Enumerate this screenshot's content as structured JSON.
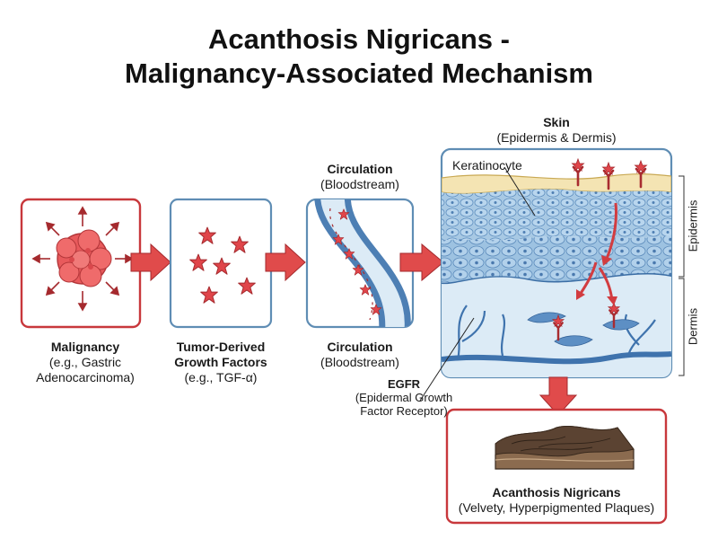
{
  "title_line1": "Acanthosis Nigricans -",
  "title_line2": "Malignancy-Associated Mechanism",
  "colors": {
    "red": "#c8383c",
    "arrow": "#e04b4b",
    "blue_border": "#5f8db4",
    "vessel": "#4d7fb4",
    "dermis_bg": "#dcebf6"
  },
  "malignancy": {
    "label": "Malignancy",
    "sub1": "(e.g., Gastric",
    "sub2": "Adenocarcinoma)"
  },
  "growth_factors": {
    "label1": "Tumor-Derived",
    "label2": "Growth Factors",
    "sub": "(e.g., TGF-α)"
  },
  "circulation_top": {
    "label": "Circulation",
    "sub": "(Bloodstream)"
  },
  "circulation_bottom": {
    "label": "Circulation",
    "sub": "(Bloodstream)"
  },
  "skin": {
    "label": "Skin",
    "sub": "(Epidermis & Dermis)",
    "keratinocyte": "Keratinocyte",
    "epidermis": "Epidermis",
    "dermis": "Dermis"
  },
  "egfr": {
    "label": "EGFR",
    "sub1": "(Epidermal Growth",
    "sub2": "Factor Receptor)"
  },
  "outcome": {
    "label": "Acanthosis Nigricans",
    "sub": "(Velvety, Hyperpigmented Plaques)"
  }
}
